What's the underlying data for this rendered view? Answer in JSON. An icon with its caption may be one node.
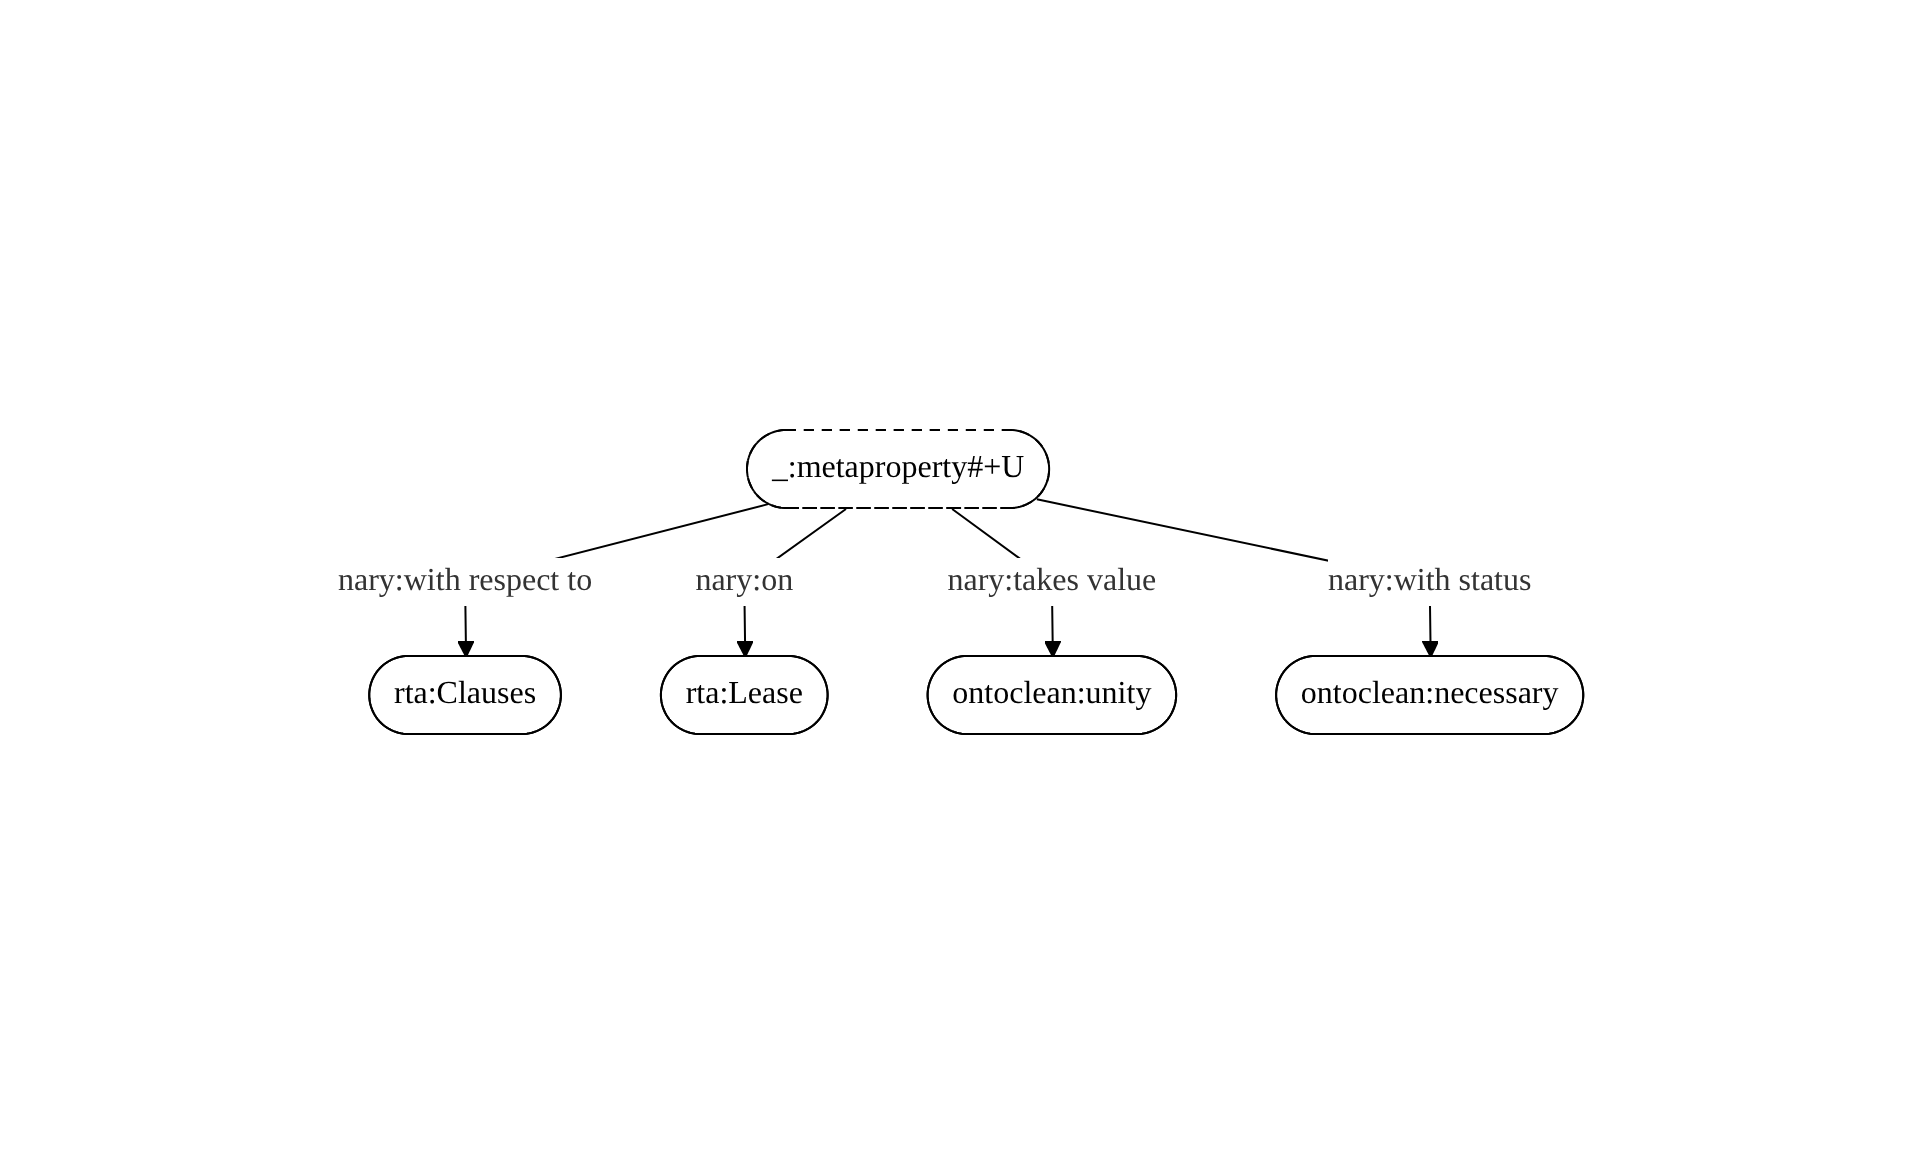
{
  "diagram": {
    "nodes": [
      {
        "text": [
          "rta:Clauses"
        ]
      },
      {
        "text": [
          "rta:Lease"
        ]
      },
      {
        "text": [
          "_:metaproperty#+U"
        ]
      },
      {
        "text": [
          "ontoclean:unity"
        ]
      },
      {
        "text": [
          "ontoclean:necessary"
        ]
      }
    ],
    "edges": [
      {
        "from": 2,
        "to": 0,
        "arrow": "to",
        "label": "nary:with respect to"
      },
      {
        "from": 2,
        "to": 1,
        "arrow": "to",
        "label": "nary:on"
      },
      {
        "from": 2,
        "to": 3,
        "arrow": "to",
        "label": "nary:takes value"
      },
      {
        "from": 2,
        "to": 4,
        "arrow": "to",
        "label": "nary:with status"
      }
    ]
  }
}
